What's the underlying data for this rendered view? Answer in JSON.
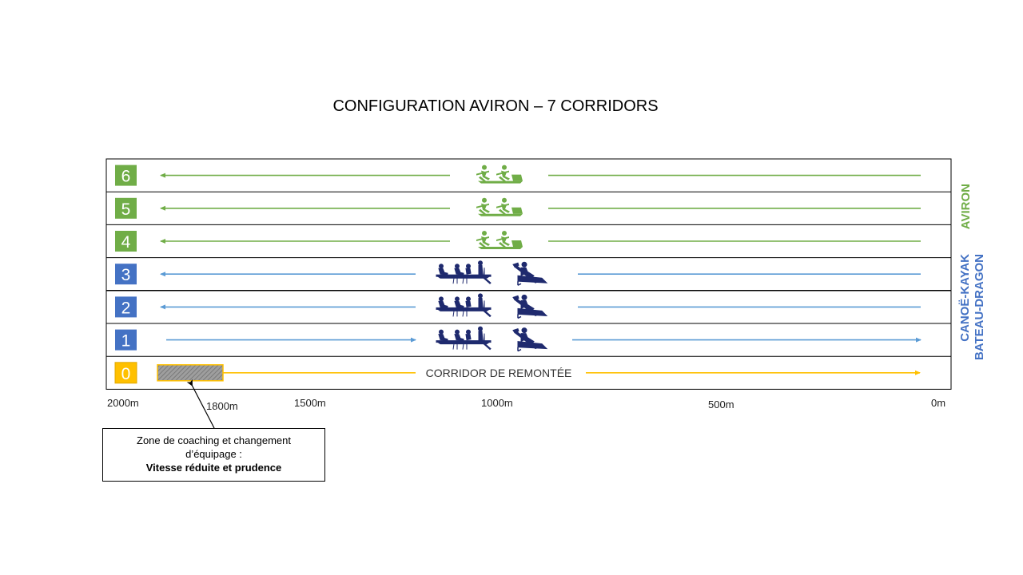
{
  "title": "CONFIGURATION AVIRON – 7 CORRIDORS",
  "colors": {
    "aviron": "#70ad47",
    "canoe": "#4472c4",
    "remontee": "#ffc000",
    "arrow_blue": "#5b9bd5",
    "icon_navy": "#1f2a6e"
  },
  "lanes": [
    {
      "number": "6",
      "group": "aviron",
      "direction": "left",
      "icons": [
        "rowing-icon"
      ]
    },
    {
      "number": "5",
      "group": "aviron",
      "direction": "left",
      "icons": [
        "rowing-icon"
      ]
    },
    {
      "number": "4",
      "group": "aviron",
      "direction": "left",
      "icons": [
        "rowing-icon"
      ]
    },
    {
      "number": "3",
      "group": "canoe",
      "direction": "left",
      "icons": [
        "dragon-boat-icon",
        "kayak-icon"
      ]
    },
    {
      "number": "2",
      "group": "canoe",
      "direction": "left",
      "icons": [
        "dragon-boat-icon",
        "kayak-icon"
      ]
    },
    {
      "number": "1",
      "group": "canoe",
      "direction": "right",
      "icons": [
        "dragon-boat-icon",
        "kayak-icon"
      ]
    },
    {
      "number": "0",
      "group": "remontee",
      "direction": "right",
      "label": "CORRIDOR DE REMONTÉE"
    }
  ],
  "distances": [
    "2000m",
    "1800m",
    "1500m",
    "1000m",
    "500m",
    "0m"
  ],
  "side_labels": {
    "aviron": "AVIRON",
    "canoe_line1": "CANOË-KAYAK",
    "canoe_line2": "BATEAU-DRAGON"
  },
  "callout": {
    "line1": "Zone de coaching et changement",
    "line2": "d’équipage :",
    "emphasis": "Vitesse réduite et prudence"
  }
}
